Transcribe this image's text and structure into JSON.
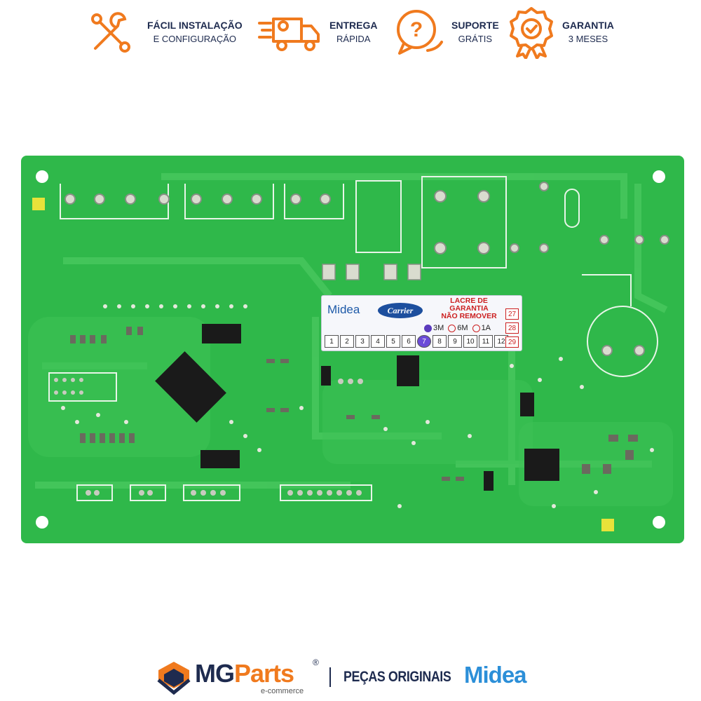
{
  "badges": [
    {
      "line1": "FÁCIL INSTALAÇÃO",
      "line2": "E CONFIGURAÇÃO",
      "icon": "tools-icon"
    },
    {
      "line1": "ENTREGA",
      "line2": "RÁPIDA",
      "icon": "delivery-truck-icon"
    },
    {
      "line1": "SUPORTE",
      "line2": "GRÁTIS",
      "icon": "support-chat-icon"
    },
    {
      "line1": "GARANTIA",
      "line2": "3 MESES",
      "icon": "warranty-seal-icon"
    }
  ],
  "colors": {
    "accent": "#f07a1e",
    "navy": "#1e2b4f",
    "board": "#2fb84a",
    "midea_blue": "#2c8fd8"
  },
  "sticker": {
    "brand": "Midea",
    "partner": "Carrier",
    "seal_text": [
      "LACRE DE",
      "GARANTIA",
      "NÃO REMOVER"
    ],
    "options": [
      "3M",
      "6M",
      "1A"
    ],
    "months": [
      "1",
      "2",
      "3",
      "4",
      "5",
      "6",
      "7",
      "8",
      "9",
      "10",
      "11",
      "12"
    ],
    "side_numbers": [
      "27",
      "28",
      "29"
    ]
  },
  "footer": {
    "brand_a": "MG",
    "brand_b": "Parts",
    "registered": "®",
    "tagline": "e-commerce",
    "slogan": "PEÇAS ORIGINAIS",
    "partner_brand": "Midea"
  }
}
